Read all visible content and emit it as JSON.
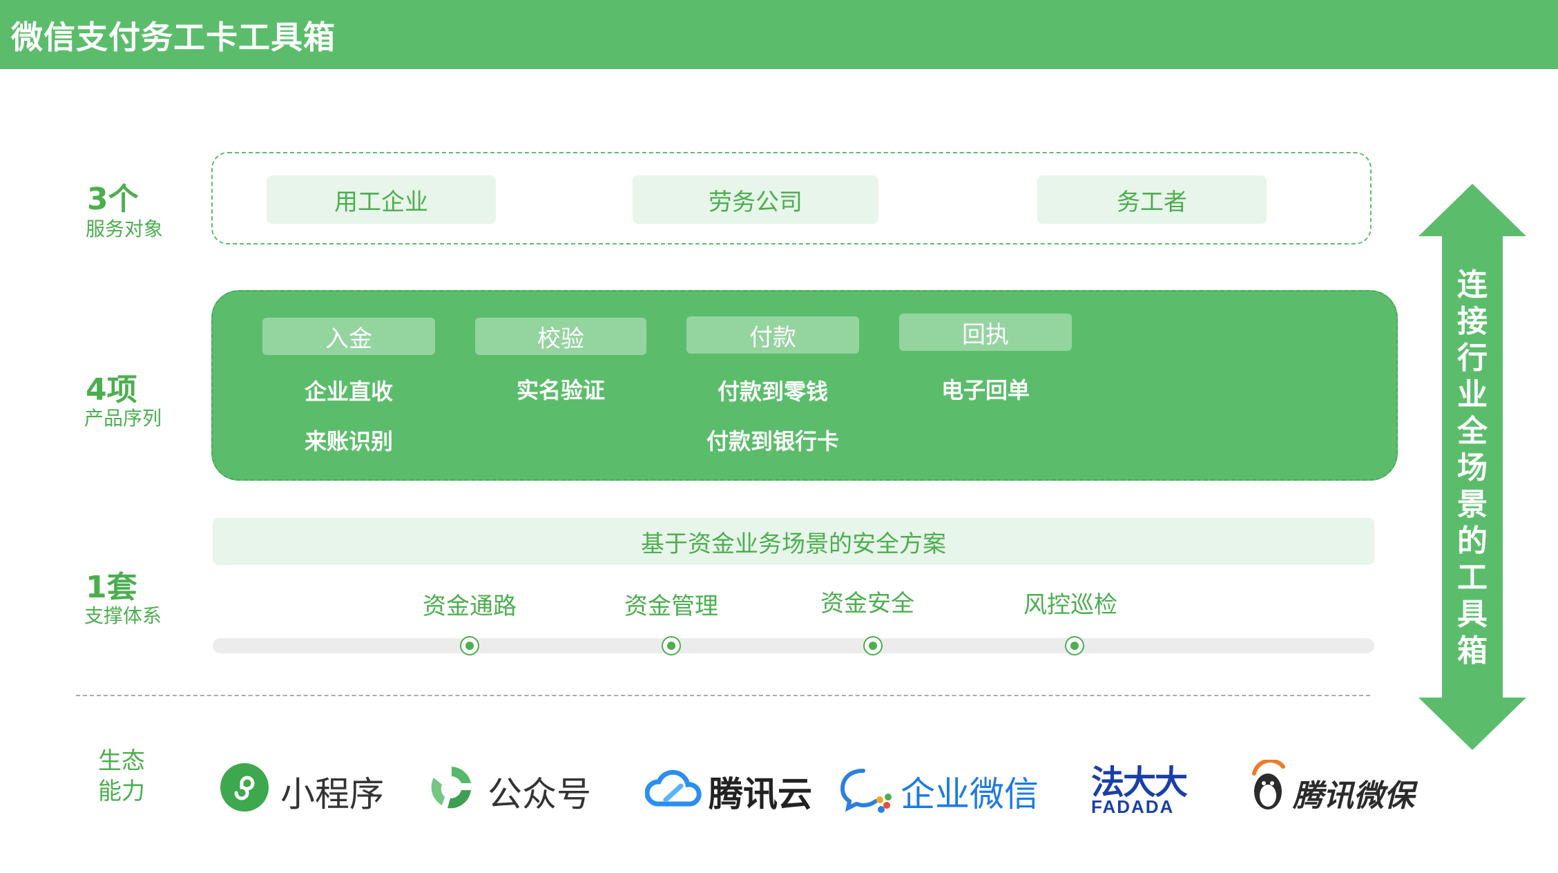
{
  "header": {
    "title": "微信支付务工卡工具箱"
  },
  "rows": {
    "service": {
      "num": "3个",
      "sub": "服务对象",
      "items": [
        "用工企业",
        "劳务公司",
        "务工者"
      ]
    },
    "product": {
      "num": "4项",
      "sub": "产品序列",
      "tabs": [
        "入金",
        "校验",
        "付款",
        "回执"
      ],
      "col1": [
        "企业直收",
        "来账识别"
      ],
      "col2": [
        "实名验证"
      ],
      "col3": [
        "付款到零钱",
        "付款到银行卡"
      ],
      "col4": [
        "电子回单"
      ]
    },
    "support": {
      "num": "1套",
      "sub": "支撑体系",
      "banner": "基于资金业务场景的安全方案",
      "items": [
        "资金通路",
        "资金管理",
        "资金安全",
        "风控巡检"
      ]
    }
  },
  "eco": {
    "label1": "生态",
    "label2": "能力",
    "logos": {
      "miniprogram": "小程序",
      "official": "公众号",
      "tencentcloud": "腾讯云",
      "wecom": "企业微信",
      "fadada_cn": "法大大",
      "fadada_en": "FADADA",
      "weibao": "腾讯微保"
    }
  },
  "arrow_text": [
    "连",
    "接",
    "行",
    "业",
    "全",
    "场",
    "景",
    "的",
    "工",
    "具",
    "箱"
  ],
  "colors": {
    "primary": "#5bbd6b",
    "dark": "#4cae4f",
    "light": "#e8f5ea"
  }
}
